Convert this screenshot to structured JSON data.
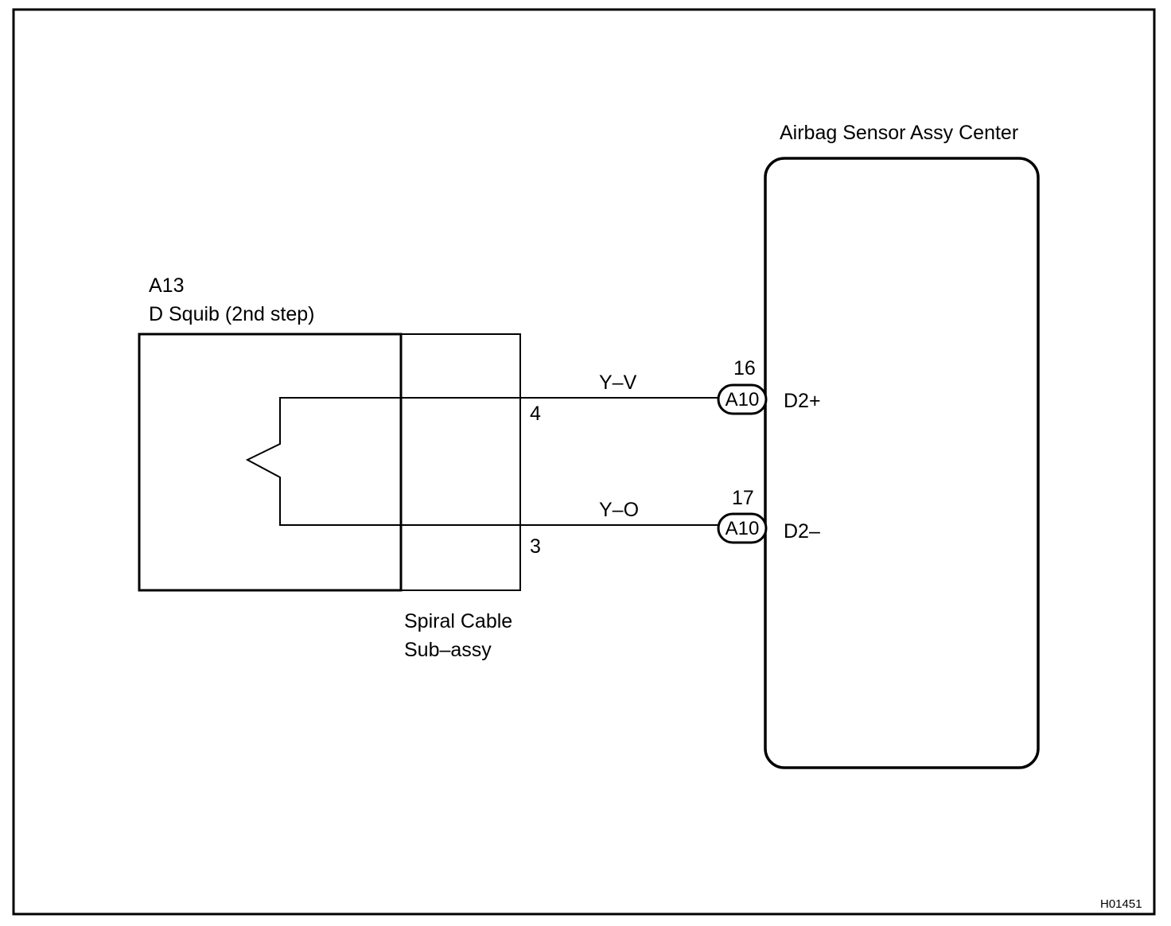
{
  "diagram_id": "H01451",
  "components": {
    "squib": {
      "code": "A13",
      "name": "D Squib (2nd step)"
    },
    "spiral_cable": {
      "line1": "Spiral Cable",
      "line2": "Sub–assy"
    },
    "sensor": {
      "name": "Airbag Sensor Assy Center"
    }
  },
  "circuits": [
    {
      "wire_color": "Y–V",
      "spiral_pin": "4",
      "connector": "A10",
      "connector_pin": "16",
      "terminal": "D2+"
    },
    {
      "wire_color": "Y–O",
      "spiral_pin": "3",
      "connector": "A10",
      "connector_pin": "17",
      "terminal": "D2–"
    }
  ]
}
